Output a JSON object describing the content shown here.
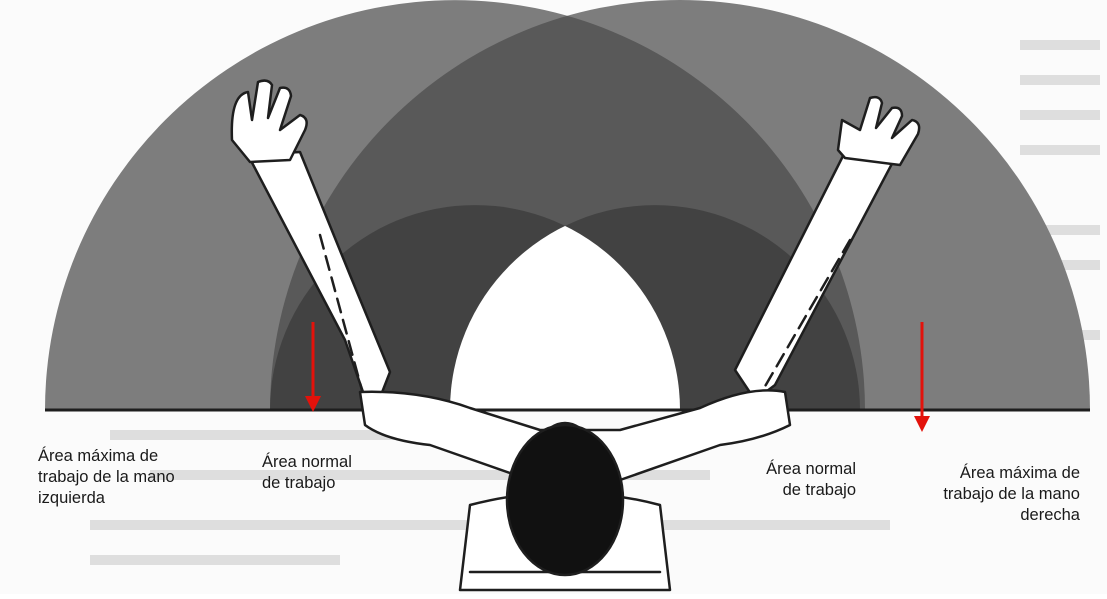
{
  "labels": {
    "left_max": "Área máxima de\ntrabajo de la mano\nizquierda",
    "left_normal": "Área normal\nde trabajo",
    "right_normal": "Área normal\nde trabajo",
    "right_max": "Área máxima de\ntrabajo de la mano\nderecha"
  },
  "colors": {
    "max_area": "#7d7d7d",
    "overlap_max": "#595959",
    "normal_area": "#424242",
    "overlap_normal": "#ffffff",
    "arrow": "#e3120b"
  }
}
